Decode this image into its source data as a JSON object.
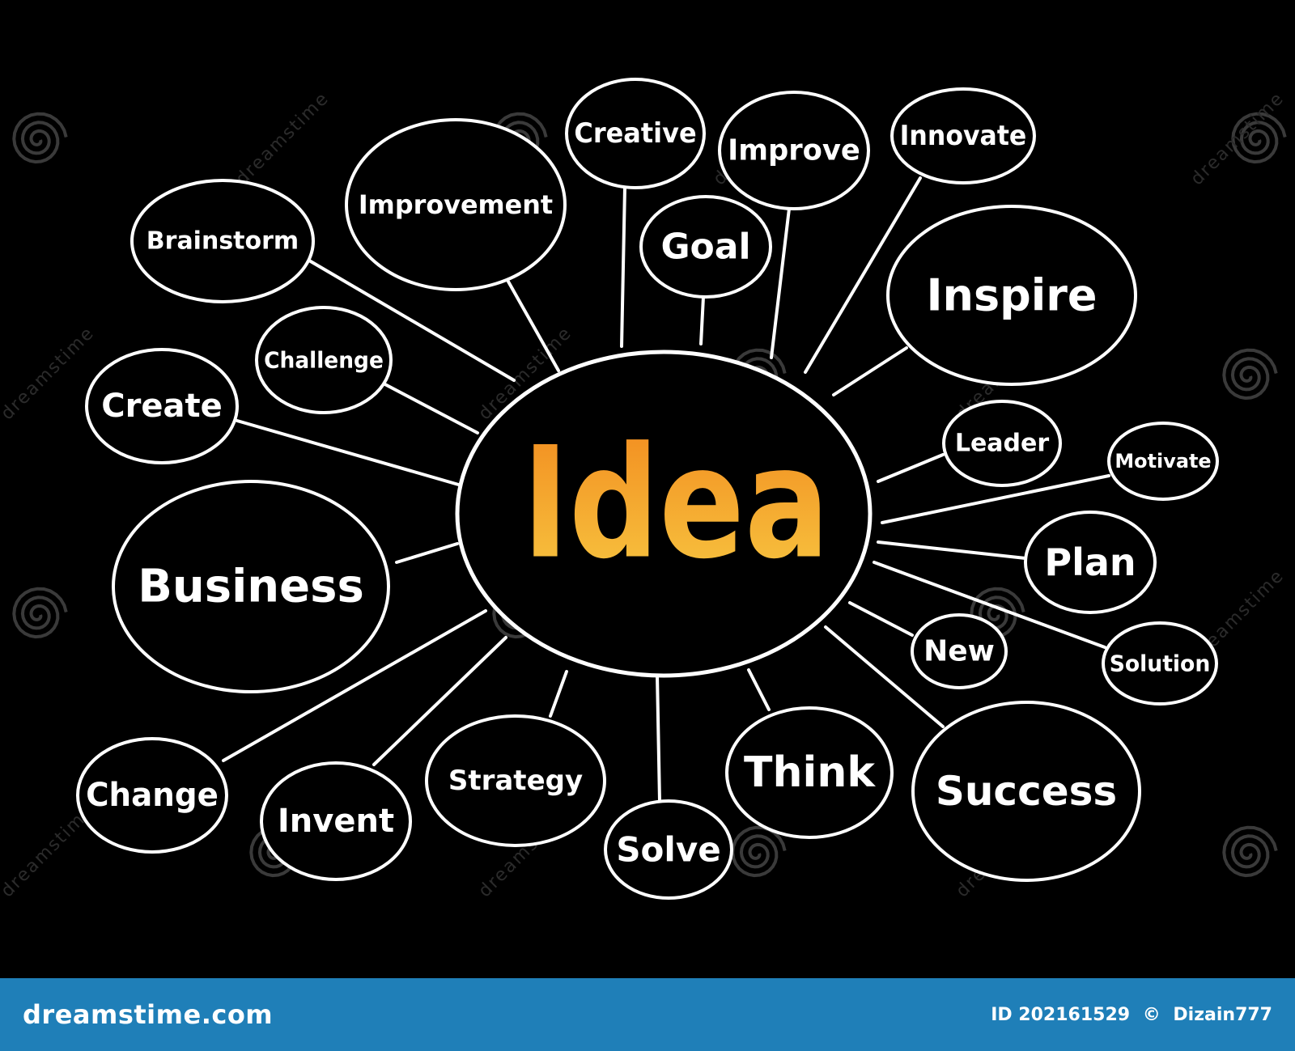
{
  "diagram": {
    "center": {
      "label": "Idea",
      "gradient_top": "#f28a1e",
      "gradient_bottom": "#f7c842"
    },
    "nodes": [
      {
        "id": "brainstorm",
        "label": "Brainstorm"
      },
      {
        "id": "improvement",
        "label": "Improvement"
      },
      {
        "id": "creative",
        "label": "Creative"
      },
      {
        "id": "improve",
        "label": "Improve"
      },
      {
        "id": "innovate",
        "label": "Innovate"
      },
      {
        "id": "goal",
        "label": "Goal"
      },
      {
        "id": "inspire",
        "label": "Inspire"
      },
      {
        "id": "challenge",
        "label": "Challenge"
      },
      {
        "id": "create",
        "label": "Create"
      },
      {
        "id": "leader",
        "label": "Leader"
      },
      {
        "id": "motivate",
        "label": "Motivate"
      },
      {
        "id": "business",
        "label": "Business"
      },
      {
        "id": "plan",
        "label": "Plan"
      },
      {
        "id": "new",
        "label": "New"
      },
      {
        "id": "solution",
        "label": "Solution"
      },
      {
        "id": "change",
        "label": "Change"
      },
      {
        "id": "invent",
        "label": "Invent"
      },
      {
        "id": "strategy",
        "label": "Strategy"
      },
      {
        "id": "solve",
        "label": "Solve"
      },
      {
        "id": "think",
        "label": "Think"
      },
      {
        "id": "success",
        "label": "Success"
      }
    ]
  },
  "watermark": {
    "text": "dreamstime",
    "color": "#3a3a3a"
  },
  "footer": {
    "brand": "dreamstime.com",
    "id_text": "ID 202161529",
    "copyright": "©",
    "author": "Dizain777",
    "background": "#1f7fb8"
  }
}
